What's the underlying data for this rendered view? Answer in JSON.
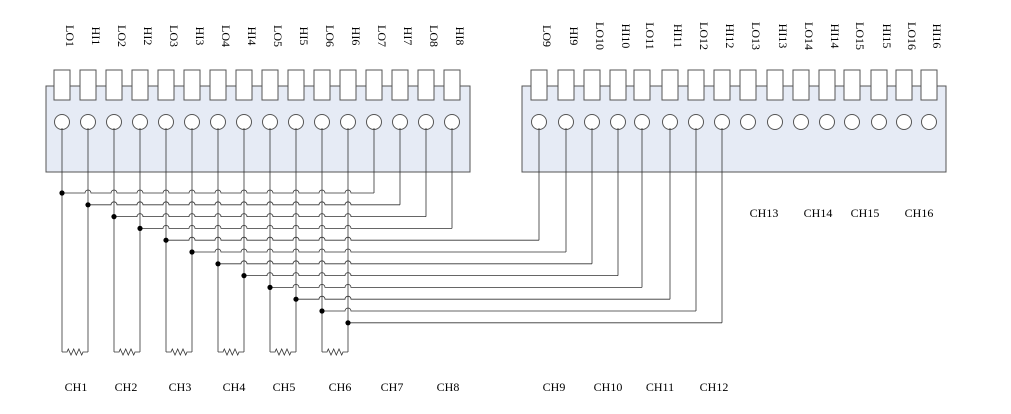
{
  "terminal_blocks": [
    {
      "terminals": [
        "LO1",
        "HI1",
        "LO2",
        "HI2",
        "LO3",
        "HI3",
        "LO4",
        "HI4",
        "LO5",
        "HI5",
        "LO6",
        "HI6",
        "LO7",
        "HI7",
        "LO8",
        "HI8"
      ]
    },
    {
      "terminals": [
        "LO9",
        "HI9",
        "LO10",
        "HI10",
        "LO11",
        "HI11",
        "LO12",
        "HI12",
        "LO13",
        "HI13",
        "LO14",
        "HI14",
        "LO15",
        "HI15",
        "LO16",
        "HI16"
      ]
    }
  ],
  "channels_bottom": [
    "CH1",
    "CH2",
    "CH3",
    "CH4",
    "CH5",
    "CH6",
    "CH7",
    "CH8",
    "CH9",
    "CH10",
    "CH11",
    "CH12"
  ],
  "channels_unused": [
    "CH13",
    "CH14",
    "CH15",
    "CH16"
  ],
  "colors": {
    "block_fill": "#e6ebf5",
    "line": "#333333"
  }
}
